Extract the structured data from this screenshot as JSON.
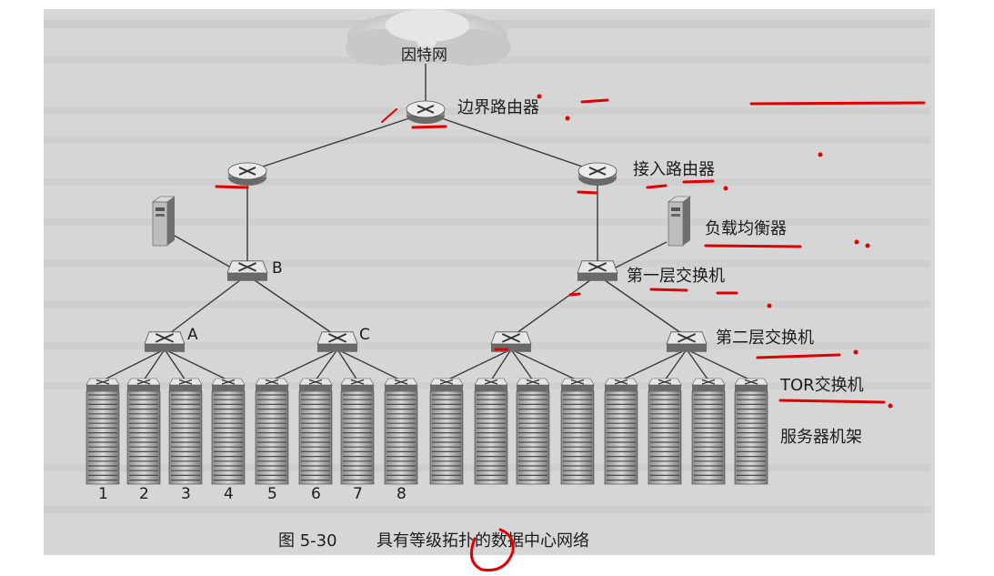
{
  "colors": {
    "page": "#ffffff",
    "scan_background": "#d6d6d6",
    "bleed_text": "#c2c2c2",
    "device_light": "#ebebeb",
    "device_dark": "#6a6a6a",
    "link": "#3a3a3a",
    "text": "#1c1c1c",
    "annotation": "#e00000"
  },
  "labels": {
    "internet": "因特网",
    "border_router": "边界路由器",
    "access_router": "接入路由器",
    "load_balancer": "负载均衡器",
    "tier1_switch": "第一层交换机",
    "tier2_switch": "第二层交换机",
    "tor_switch": "TOR交换机",
    "server_rack": "服务器机架",
    "switch_a": "A",
    "switch_b": "B",
    "switch_c": "C"
  },
  "rack_numbers": [
    "1",
    "2",
    "3",
    "4",
    "5",
    "6",
    "7",
    "8"
  ],
  "caption": {
    "number": "图 5-30",
    "title": "具有等级拓扑的数据中心网络"
  }
}
